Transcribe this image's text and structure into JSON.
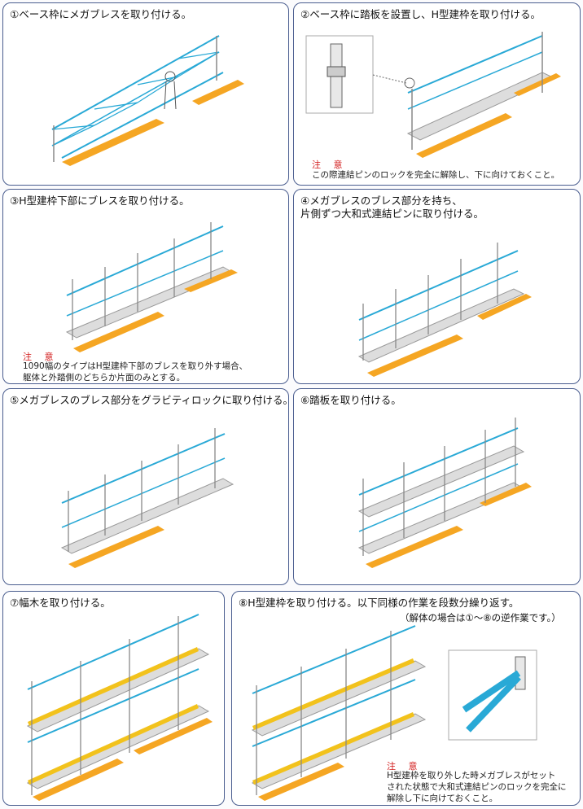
{
  "steps": [
    {
      "title": "①ベース枠にメガブレスを取り付ける。"
    },
    {
      "title": "②ベース枠に踏板を設置し、H型建枠を取り付ける。",
      "note_head": "注 意",
      "note_body": "この際連結ピンのロックを完全に解除し、下に向けておくこと。"
    },
    {
      "title": "③H型建枠下部にブレスを取り付ける。",
      "note_head": "注 意",
      "note_body": "1090幅のタイプはH型建枠下部のブレスを取り外す場合、\n躯体と外踏側のどちらか片面のみとする。"
    },
    {
      "title": "④メガブレスのブレス部分を持ち、\n片側ずつ大和式連結ピンに取り付ける。"
    },
    {
      "title": "⑤メガブレスのブレス部分をグラビティロックに取り付ける。"
    },
    {
      "title": "⑥踏板を取り付ける。"
    },
    {
      "title": "⑦幅木を取り付ける。"
    },
    {
      "title": "⑧H型建枠を取り付ける。以下同様の作業を段数分繰り返す。",
      "subtitle": "（解体の場合は①〜⑧の逆作業です。）",
      "note_head": "注 意",
      "note_body": "H型建枠を取り外した時メガブレスがセット\nされた状態で大和式連結ピンのロックを完全に\n解除し下に向けておくこと。"
    }
  ],
  "colors": {
    "brace": "#29a9d6",
    "base": "#f5a623",
    "board": "#cfcfcf",
    "toeboard": "#f2c21c",
    "note": "#d21a1a",
    "frame": "#888888"
  }
}
